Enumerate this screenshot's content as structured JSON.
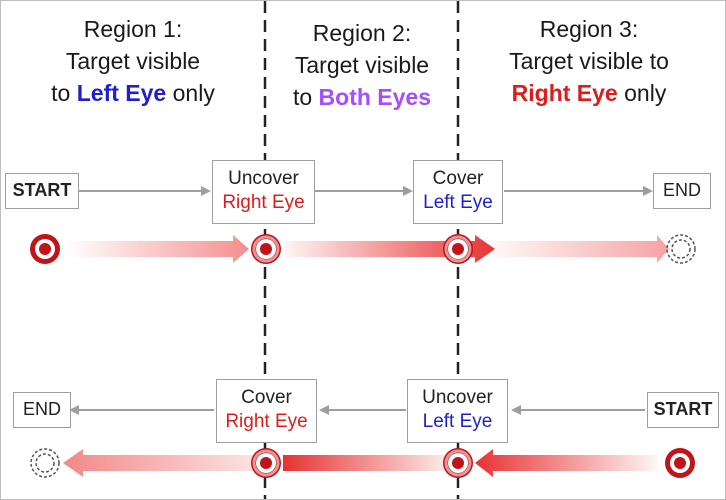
{
  "regions": [
    {
      "line1": "Region 1:",
      "line2": "Target visible",
      "line3_pre": "to ",
      "line3_hl": "Left Eye",
      "line3_post": " only"
    },
    {
      "line1": "Region 2:",
      "line2": "Target visible",
      "line3_pre": "to ",
      "line3_hl": "Both Eyes",
      "line3_post": ""
    },
    {
      "line1": "Region 3:",
      "line2": "Target visible to",
      "line3_pre": "",
      "line3_hl": "Right Eye",
      "line3_post": " only"
    }
  ],
  "top_row": {
    "start": "START",
    "step1": {
      "action": "Uncover",
      "eye": "Right Eye"
    },
    "step2": {
      "action": "Cover",
      "eye": "Left Eye"
    },
    "end": "END"
  },
  "bottom_row": {
    "start": "START",
    "step1": {
      "action": "Uncover",
      "eye": "Left Eye"
    },
    "step2": {
      "action": "Cover",
      "eye": "Right Eye"
    },
    "end": "END"
  },
  "colors": {
    "left_eye": "#1f1fd0",
    "right_eye": "#e01b1b",
    "both_eyes": "#a64dff",
    "target": "#c0141a",
    "trail": "#f27a7a",
    "divider": "#222222",
    "connector": "#9e9e9e"
  }
}
